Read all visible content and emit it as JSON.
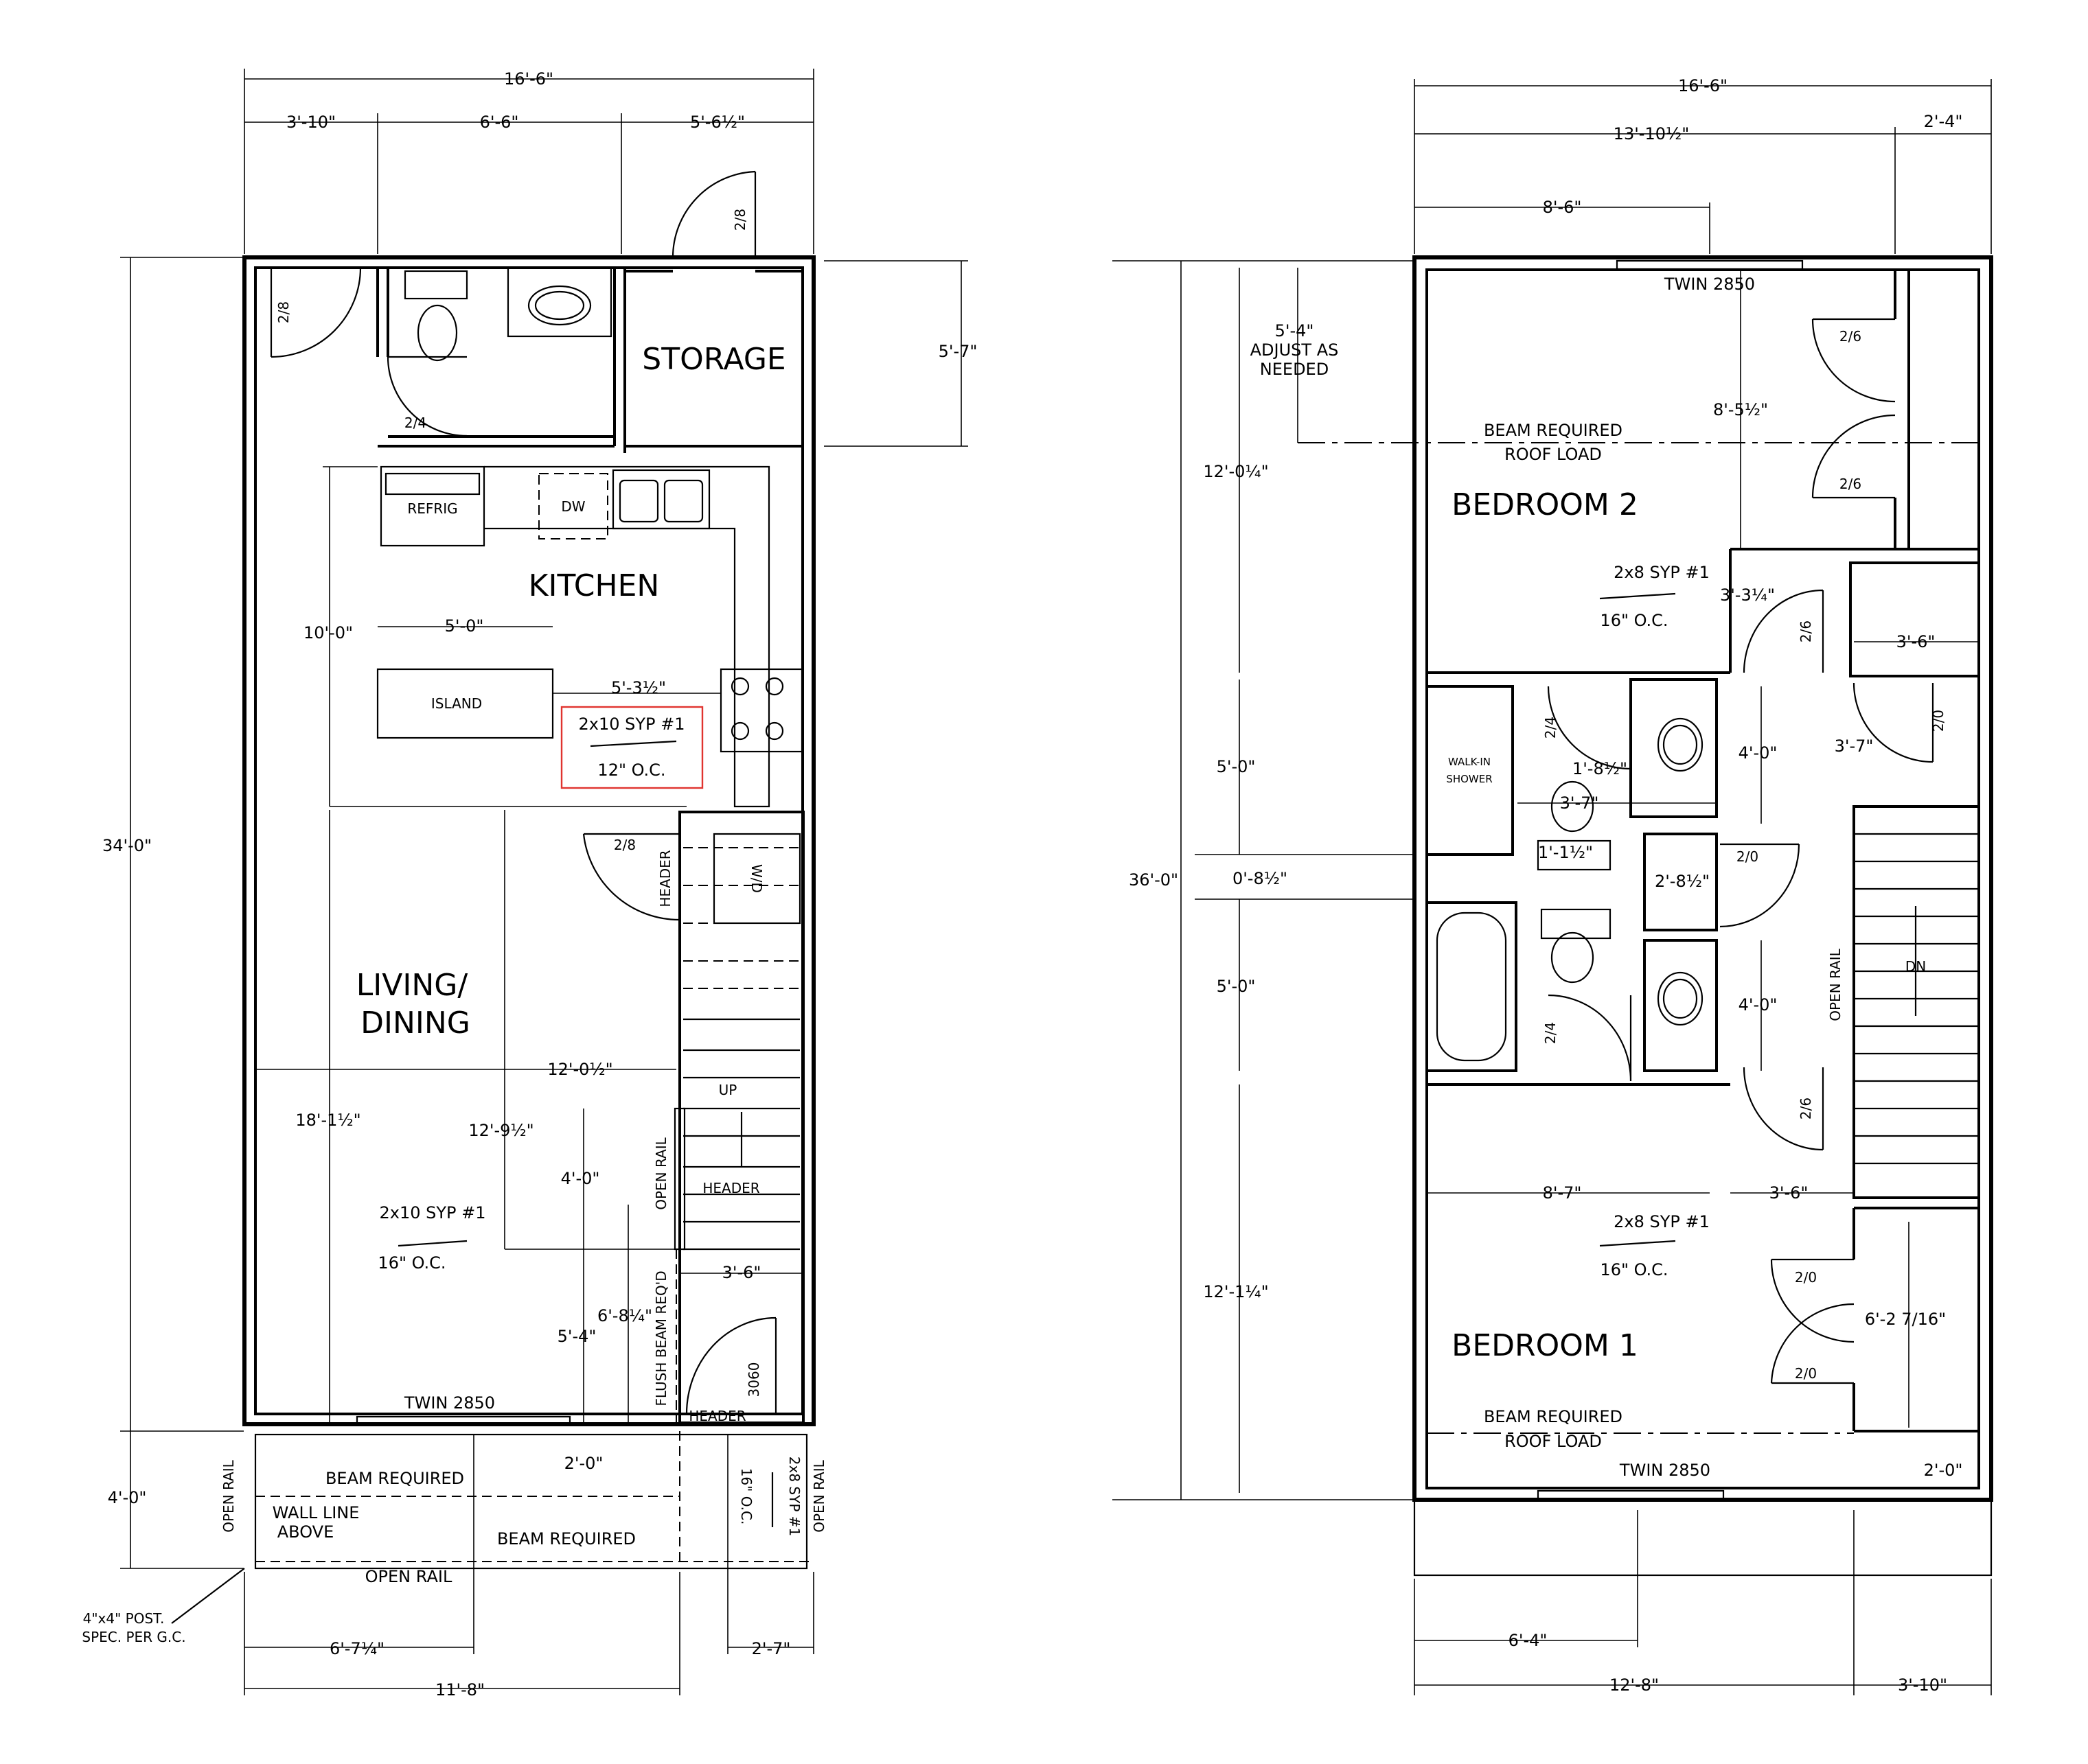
{
  "first_floor": {
    "dims": {
      "overall_width": "16'-6\"",
      "seg_a": "3'-10\"",
      "seg_b": "6'-6\"",
      "seg_c": "5'-6½\"",
      "overall_depth": "34'-0\"",
      "storage_depth": "5'-7\"",
      "kitchen_depth": "10'-0\"",
      "island_width": "5'-0\"",
      "island_gap": "5'-3½\"",
      "living_width": "12'-0½\"",
      "living_depth": "18'-1½\"",
      "inner_depth": "12'-9½\"",
      "d_4_0": "4'-0\"",
      "d_6_8": "6'-8¼\"",
      "d_5_4": "5'-4\"",
      "stair_width": "3'-6\"",
      "porch_depth": "4'-0\"",
      "porch_2_0": "2'-0\"",
      "bottom_a": "6'-7¼\"",
      "bottom_b": "11'-8\"",
      "bottom_c": "2'-7\""
    },
    "rooms": {
      "storage": "STORAGE",
      "kitchen": "KITCHEN",
      "living": [
        "LIVING/",
        "DINING"
      ]
    },
    "fixtures": {
      "refrig": "REFRIG",
      "dw": "DW",
      "island": "ISLAND",
      "wd": "W/D",
      "up": "UP"
    },
    "doors": {
      "d28a": "2/8",
      "d28b": "2/8",
      "d24": "2/4",
      "d28c": "2/8",
      "d3060": "3060"
    },
    "notes": {
      "joist_kitchen_1": "2x10 SYP #1",
      "joist_kitchen_2": "12\" O.C.",
      "joist_living_1": "2x10 SYP #1",
      "joist_living_2": "16\" O.C.",
      "header_1": "HEADER",
      "header_2": "HEADER",
      "header_3": "HEADER",
      "open_rail_stair": "OPEN RAIL",
      "flush_beam": "FLUSH BEAM REQ'D",
      "twin_window": "TWIN 2850",
      "beam_required_1": "BEAM REQUIRED",
      "beam_required_2": "BEAM REQUIRED",
      "wall_line": "WALL LINE",
      "above": "ABOVE",
      "open_rail_left": "OPEN RAIL",
      "open_rail_bottom": "OPEN RAIL",
      "open_rail_right": "OPEN RAIL",
      "porch_joist": "2x8 SYP #1",
      "porch_oc": "16\" O.C.",
      "post_1": "4\"x4\" POST.",
      "post_2": "SPEC. PER G.C."
    }
  },
  "second_floor": {
    "dims": {
      "overall_width": "16'-6\"",
      "seg_a": "13'-10½\"",
      "seg_b": "2'-4\"",
      "seg_c": "8'-6\"",
      "adjust": "5'-4\"",
      "adjust_2": "ADJUST AS",
      "adjust_3": "NEEDED",
      "overall_depth": "36'-0\"",
      "bed2_depth": "12'-0¼\"",
      "closet_depth": "8'-5½\"",
      "d_3_3": "3'-3¼\"",
      "d_3_6a": "3'-6\"",
      "d_5_0a": "5'-0\"",
      "d_4_0a": "4'-0\"",
      "d_3_7a": "3'-7\"",
      "d_1_8": "1'-8½\"",
      "d_3_7b": "3'-7\"",
      "d_1_1": "1'-1½\"",
      "d_0_8": "0'-8½\"",
      "d_2_8": "2'-8½\"",
      "d_5_0b": "5'-0\"",
      "d_4_0b": "4'-0\"",
      "d_8_7": "8'-7\"",
      "d_3_6b": "3'-6\"",
      "bed1_depth": "12'-1¼\"",
      "d_6_2": "6'-2 7/16\"",
      "d_2_0": "2'-0\"",
      "bottom_a": "6'-4\"",
      "bottom_b": "12'-8\"",
      "bottom_c": "3'-10\""
    },
    "rooms": {
      "bedroom2": "BEDROOM 2",
      "bedroom1": "BEDROOM 1"
    },
    "fixtures": {
      "walkin_1": "WALK-IN",
      "walkin_2": "SHOWER",
      "dn": "DN"
    },
    "doors": {
      "d26a": "2/6",
      "d26b": "2/6",
      "d26c": "2/6",
      "d20a": "2/0",
      "d24a": "2/4",
      "d20b": "2/0",
      "d24b": "2/4",
      "d26d": "2/6",
      "d20c": "2/0",
      "d20d": "2/0"
    },
    "notes": {
      "twin_top": "TWIN 2850",
      "twin_bottom": "TWIN 2850",
      "beam_1": "BEAM REQUIRED",
      "roof_1": "ROOF LOAD",
      "beam_2": "BEAM REQUIRED",
      "roof_2": "ROOF LOAD",
      "joist_b2_1": "2x8 SYP #1",
      "joist_b2_2": "16\" O.C.",
      "joist_b1_1": "2x8 SYP #1",
      "joist_b1_2": "16\" O.C.",
      "open_rail": "OPEN RAIL"
    }
  }
}
